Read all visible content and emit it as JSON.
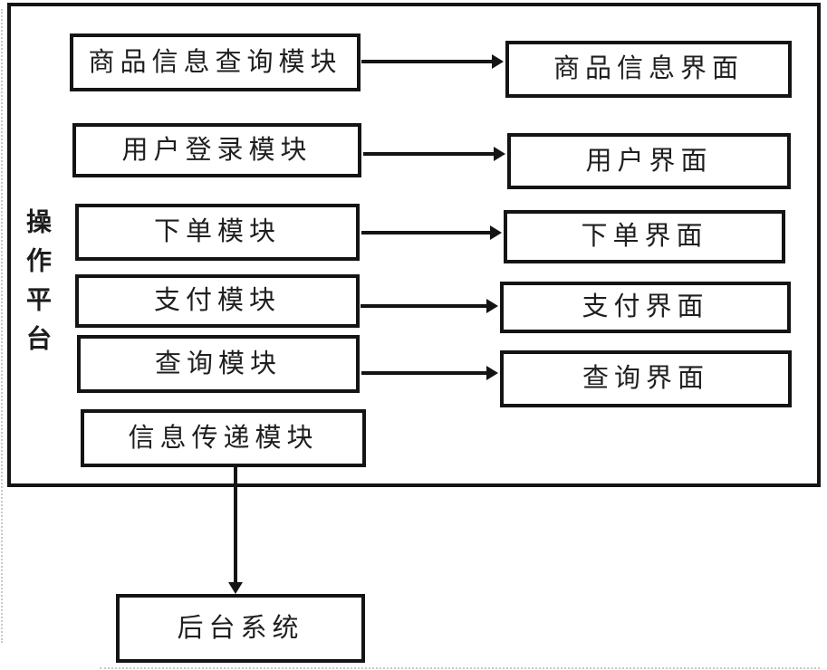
{
  "figure": {
    "platform": {
      "label": "操作平台",
      "modules": [
        {
          "label": "商品信息查询模块"
        },
        {
          "label": "用户登录模块"
        },
        {
          "label": "下单模块"
        },
        {
          "label": "支付模块"
        },
        {
          "label": "查询模块"
        },
        {
          "label": "信息传递模块"
        }
      ],
      "interfaces": [
        {
          "label": "商品信息界面"
        },
        {
          "label": "用户界面"
        },
        {
          "label": "下单界面"
        },
        {
          "label": "支付界面"
        },
        {
          "label": "查询界面"
        }
      ]
    },
    "backend": {
      "label": "后台系统"
    },
    "connections": [
      {
        "from": "商品信息查询模块",
        "to": "商品信息界面",
        "direction": "right"
      },
      {
        "from": "用户登录模块",
        "to": "用户界面",
        "direction": "right"
      },
      {
        "from": "下单模块",
        "to": "下单界面",
        "direction": "right"
      },
      {
        "from": "支付模块",
        "to": "支付界面",
        "direction": "right"
      },
      {
        "from": "查询模块",
        "to": "查询界面",
        "direction": "right"
      },
      {
        "from": "信息传递模块",
        "to": "后台系统",
        "direction": "down"
      }
    ],
    "colors": {
      "line": "#141414",
      "text": "#1c1c1c",
      "background": "#ffffff"
    }
  }
}
